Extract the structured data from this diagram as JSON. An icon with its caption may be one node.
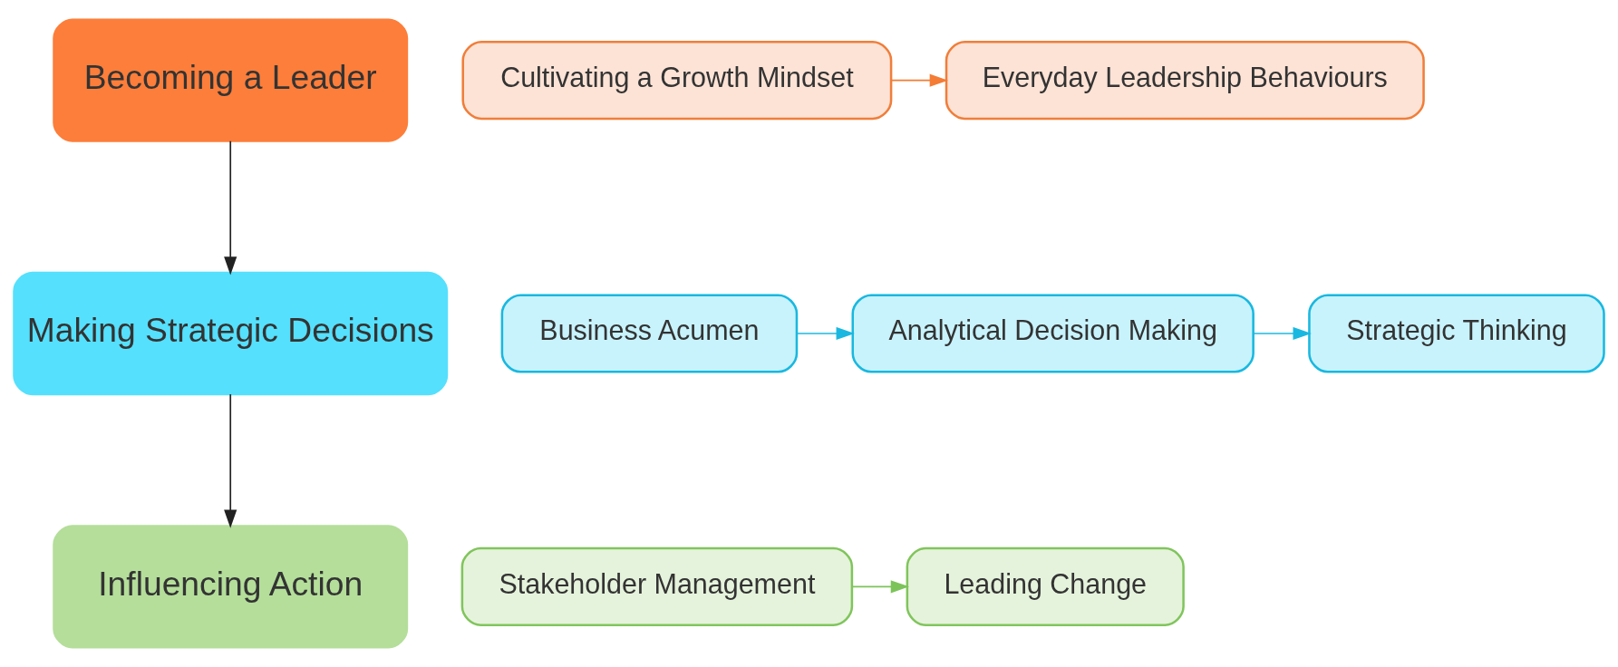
{
  "diagram": {
    "nodes": [
      {
        "text": [
          "Becoming a Leader"
        ]
      },
      {
        "text": [
          "Cultivating a Growth Mindset"
        ]
      },
      {
        "text": [
          "Everyday Leadership Behaviours"
        ]
      },
      {
        "text": [
          "Making Strategic Decisions"
        ]
      },
      {
        "text": [
          "Business Acumen"
        ]
      },
      {
        "text": [
          "Analytical Decision Making"
        ]
      },
      {
        "text": [
          "Strategic Thinking"
        ]
      },
      {
        "text": [
          "Influencing Action"
        ]
      },
      {
        "text": [
          "Stakeholder Management"
        ]
      },
      {
        "text": [
          "Leading Change"
        ]
      }
    ],
    "edges": [
      {
        "from": 0,
        "to": 3,
        "arrow": "to"
      },
      {
        "from": 3,
        "to": 7,
        "arrow": "to"
      },
      {
        "from": 1,
        "to": 2,
        "arrow": "to",
        "color": "#f47c35"
      },
      {
        "from": 4,
        "to": 5,
        "arrow": "to",
        "color": "#1ab8e0"
      },
      {
        "from": 5,
        "to": 6,
        "arrow": "to",
        "color": "#1ab8e0"
      },
      {
        "from": 8,
        "to": 9,
        "arrow": "to",
        "color": "#7cc45a"
      }
    ]
  }
}
